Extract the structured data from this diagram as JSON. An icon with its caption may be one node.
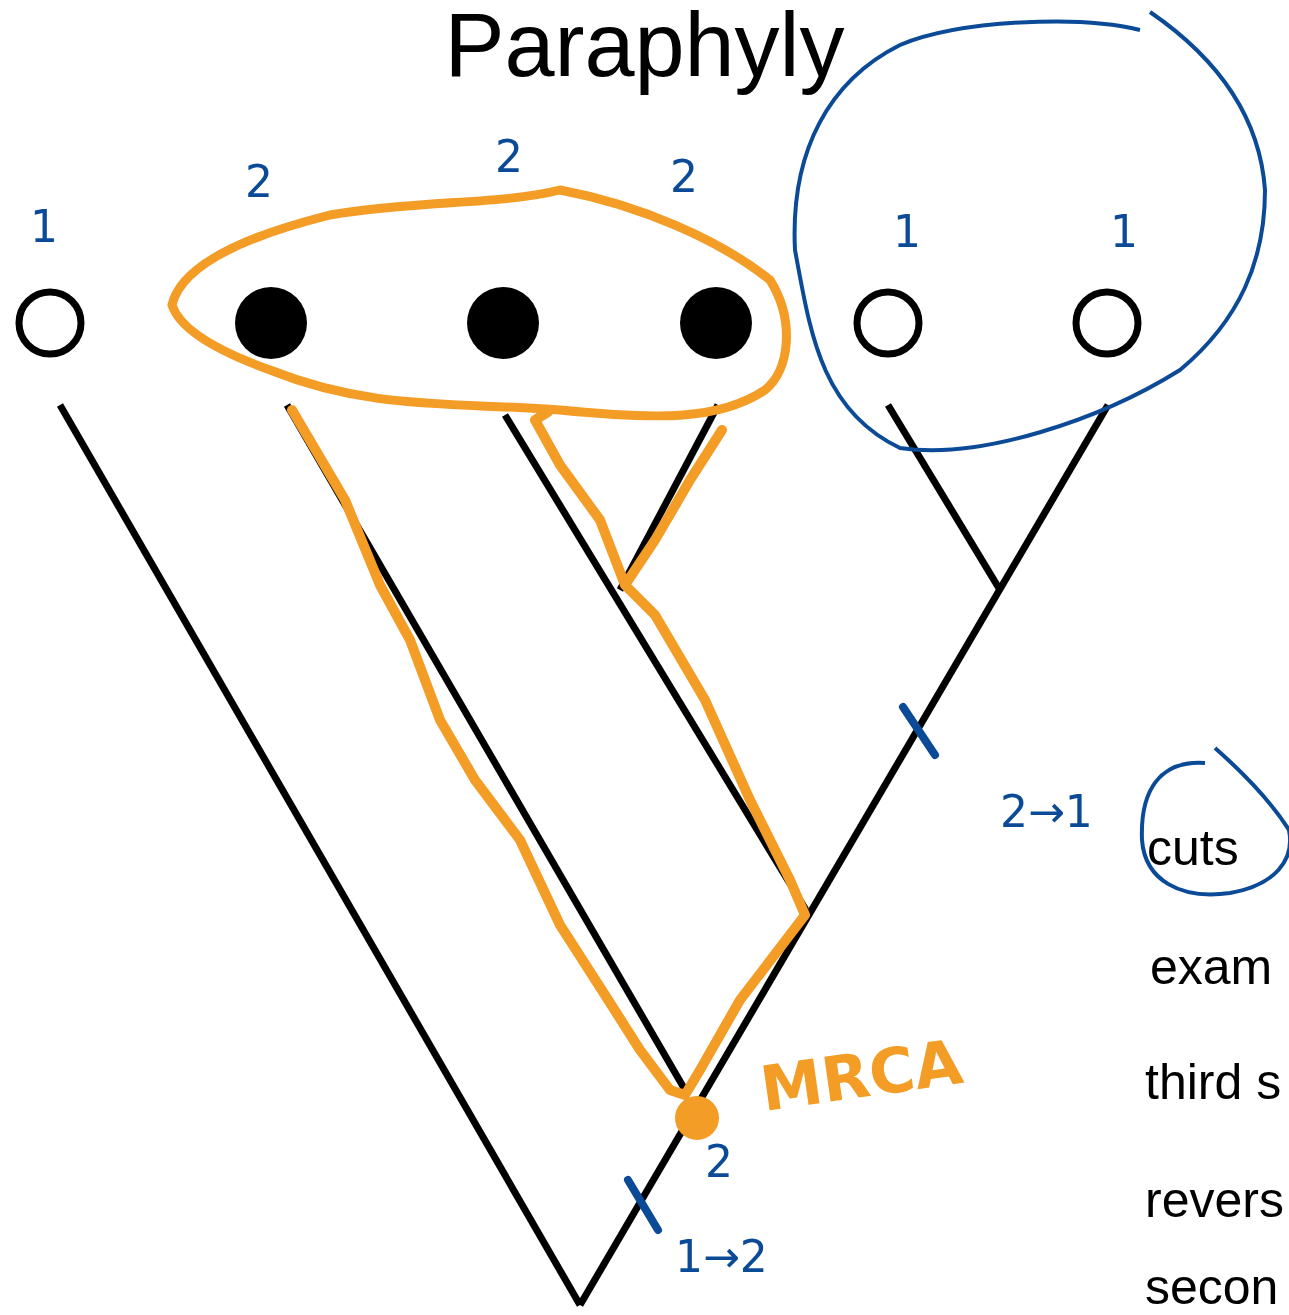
{
  "diagram": {
    "title": "Paraphyly",
    "nodes": [
      {
        "text": [],
        "shape": "circle",
        "beside": [
          "1"
        ]
      },
      {
        "text": [],
        "shape": "circle",
        "beside": [
          "2"
        ]
      },
      {
        "text": [],
        "shape": "circle",
        "beside": [
          "2"
        ]
      },
      {
        "text": [],
        "shape": "circle",
        "beside": [
          "2"
        ]
      },
      {
        "text": [],
        "shape": "circle",
        "beside": [
          "1"
        ]
      },
      {
        "text": [],
        "shape": "circle",
        "beside": [
          "1"
        ]
      }
    ],
    "labels": [
      "2→1",
      "MRCA",
      "2",
      "1→2",
      "cuts",
      "exam",
      "third s",
      "revers",
      "secon"
    ]
  }
}
